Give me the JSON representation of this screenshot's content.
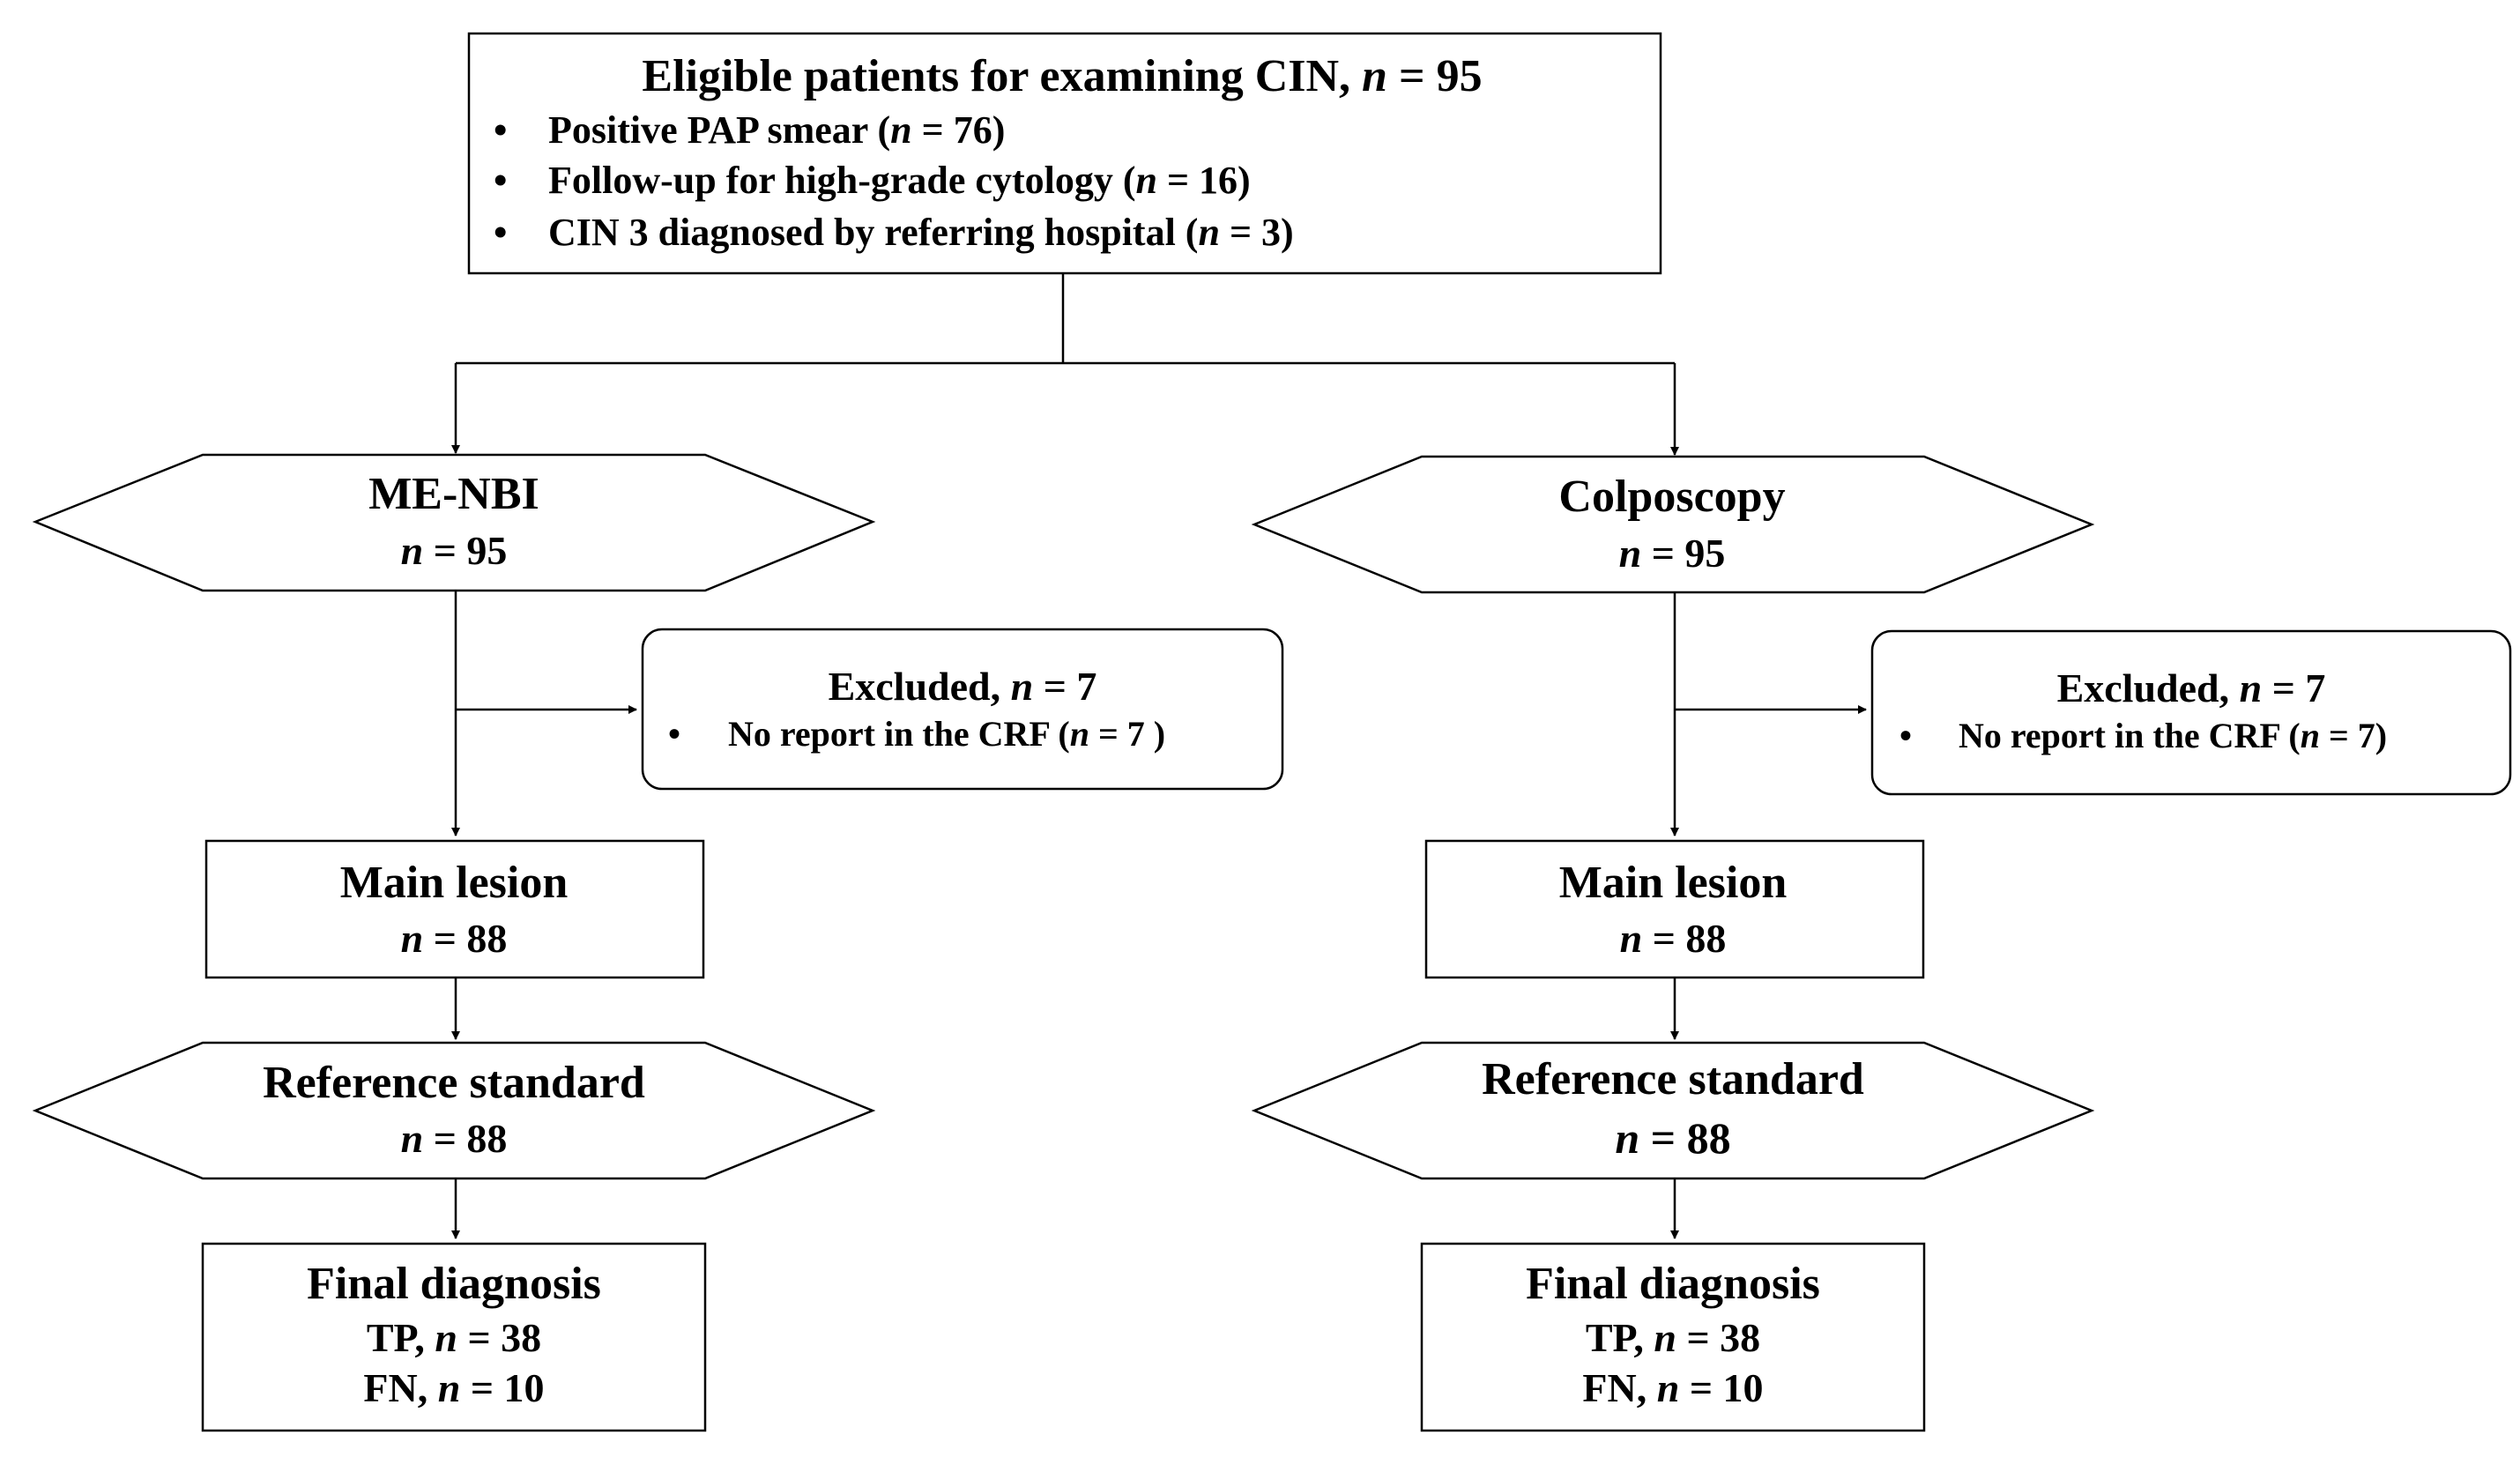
{
  "top_box": {
    "title_main": "Eligible patients for examining CIN, ",
    "title_n": "n",
    "title_val": " = 95",
    "bullets": [
      {
        "a": "Positive PAP smear (",
        "n": "n",
        "b": " = 76)"
      },
      {
        "a": "Follow-up for high-grade cytology (",
        "n": "n",
        "b": " = 16)"
      },
      {
        "a": "CIN 3 diagnosed by referring hospital (",
        "n": "n",
        "b": " = 3)"
      }
    ],
    "bullet_char": "•"
  },
  "left": {
    "method": {
      "label": "ME-NBI",
      "n": "n",
      "val": " = 95"
    },
    "excluded": {
      "title": "Excluded, ",
      "n": "n",
      "val": " = 7",
      "bullet_char": "•",
      "item_a": "No report in the CRF (",
      "item_n": "n",
      "item_b": " = 7 )"
    },
    "main_lesion": {
      "label": "Main lesion",
      "n": "n",
      "val": " = 88"
    },
    "reference": {
      "label": "Reference standard",
      "n": "n",
      "val": " = 88"
    },
    "final": {
      "label": "Final diagnosis",
      "tp_a": "TP, ",
      "tp_n": "n",
      "tp_b": " = 38",
      "fn_a": "FN, ",
      "fn_n": "n",
      "fn_b": " = 10"
    }
  },
  "right": {
    "method": {
      "label": "Colposcopy",
      "n": "n",
      "val": " = 95"
    },
    "excluded": {
      "title": "Excluded, ",
      "n": "n",
      "val": " = 7",
      "bullet_char": "•",
      "item_a": "No report in the CRF (",
      "item_n": "n",
      "item_b": " = 7)"
    },
    "main_lesion": {
      "label": "Main lesion",
      "n": "n",
      "val": " = 88"
    },
    "reference": {
      "label": "Reference standard",
      "n": "n",
      "val": " = 88"
    },
    "final": {
      "label": "Final diagnosis",
      "tp_a": "TP, ",
      "tp_n": "n",
      "tp_b": " = 38",
      "fn_a": "FN, ",
      "fn_n": "n",
      "fn_b": " = 10"
    }
  }
}
